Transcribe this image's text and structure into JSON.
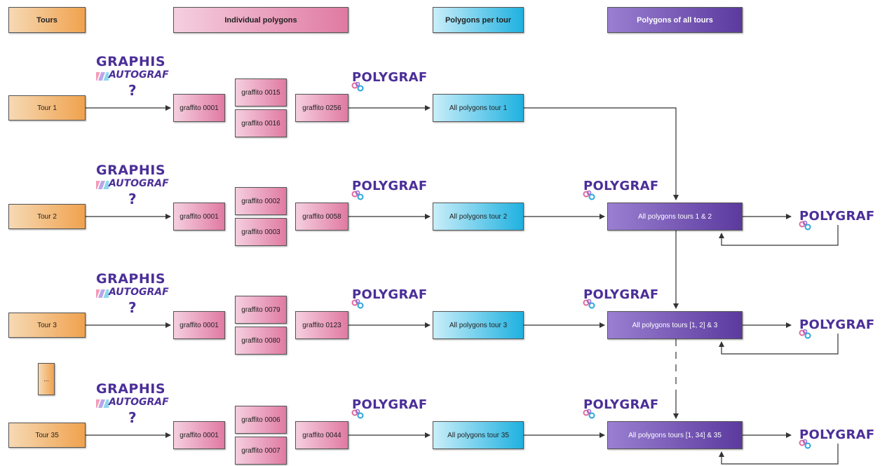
{
  "headers": {
    "tours": "Tours",
    "individual": "Individual polygons",
    "per_tour": "Polygons per tour",
    "all_tours": "Polygons of all tours"
  },
  "logos": {
    "graphis": "GRAPHIS",
    "autograf": "AUTOGRAF",
    "question": "?",
    "polygraf": "POLYGRAF"
  },
  "rows": [
    {
      "tour": "Tour 1",
      "g_first": "graffito 0001",
      "g_top": "graffito 0015",
      "g_bottom": "graffito 0016",
      "g_last": "graffito 0256",
      "per_tour": "All polygons tour 1"
    },
    {
      "tour": "Tour 2",
      "g_first": "graffito 0001",
      "g_top": "graffito 0002",
      "g_bottom": "graffito 0003",
      "g_last": "graffito 0058",
      "per_tour": "All polygons tour 2",
      "combined": "All polygons tours 1 & 2"
    },
    {
      "tour": "Tour 3",
      "g_first": "graffito 0001",
      "g_top": "graffito 0079",
      "g_bottom": "graffito 0080",
      "g_last": "graffito 0123",
      "per_tour": "All polygons tour 3",
      "combined": "All polygons tours [1, 2] & 3"
    },
    {
      "tour": "Tour 35",
      "g_first": "graffito 0001",
      "g_top": "graffito 0006",
      "g_bottom": "graffito 0007",
      "g_last": "graffito 0044",
      "per_tour": "All polygons tour 35",
      "combined": "All polygons tours [1, 34] & 35"
    }
  ],
  "ellipsis": "...",
  "colors": {
    "tours": "#f0a24e",
    "individual": "#e07aa2",
    "per_tour": "#1fb1e0",
    "all_tours": "#5b3a9e",
    "logo_text": "#4b2f98"
  }
}
